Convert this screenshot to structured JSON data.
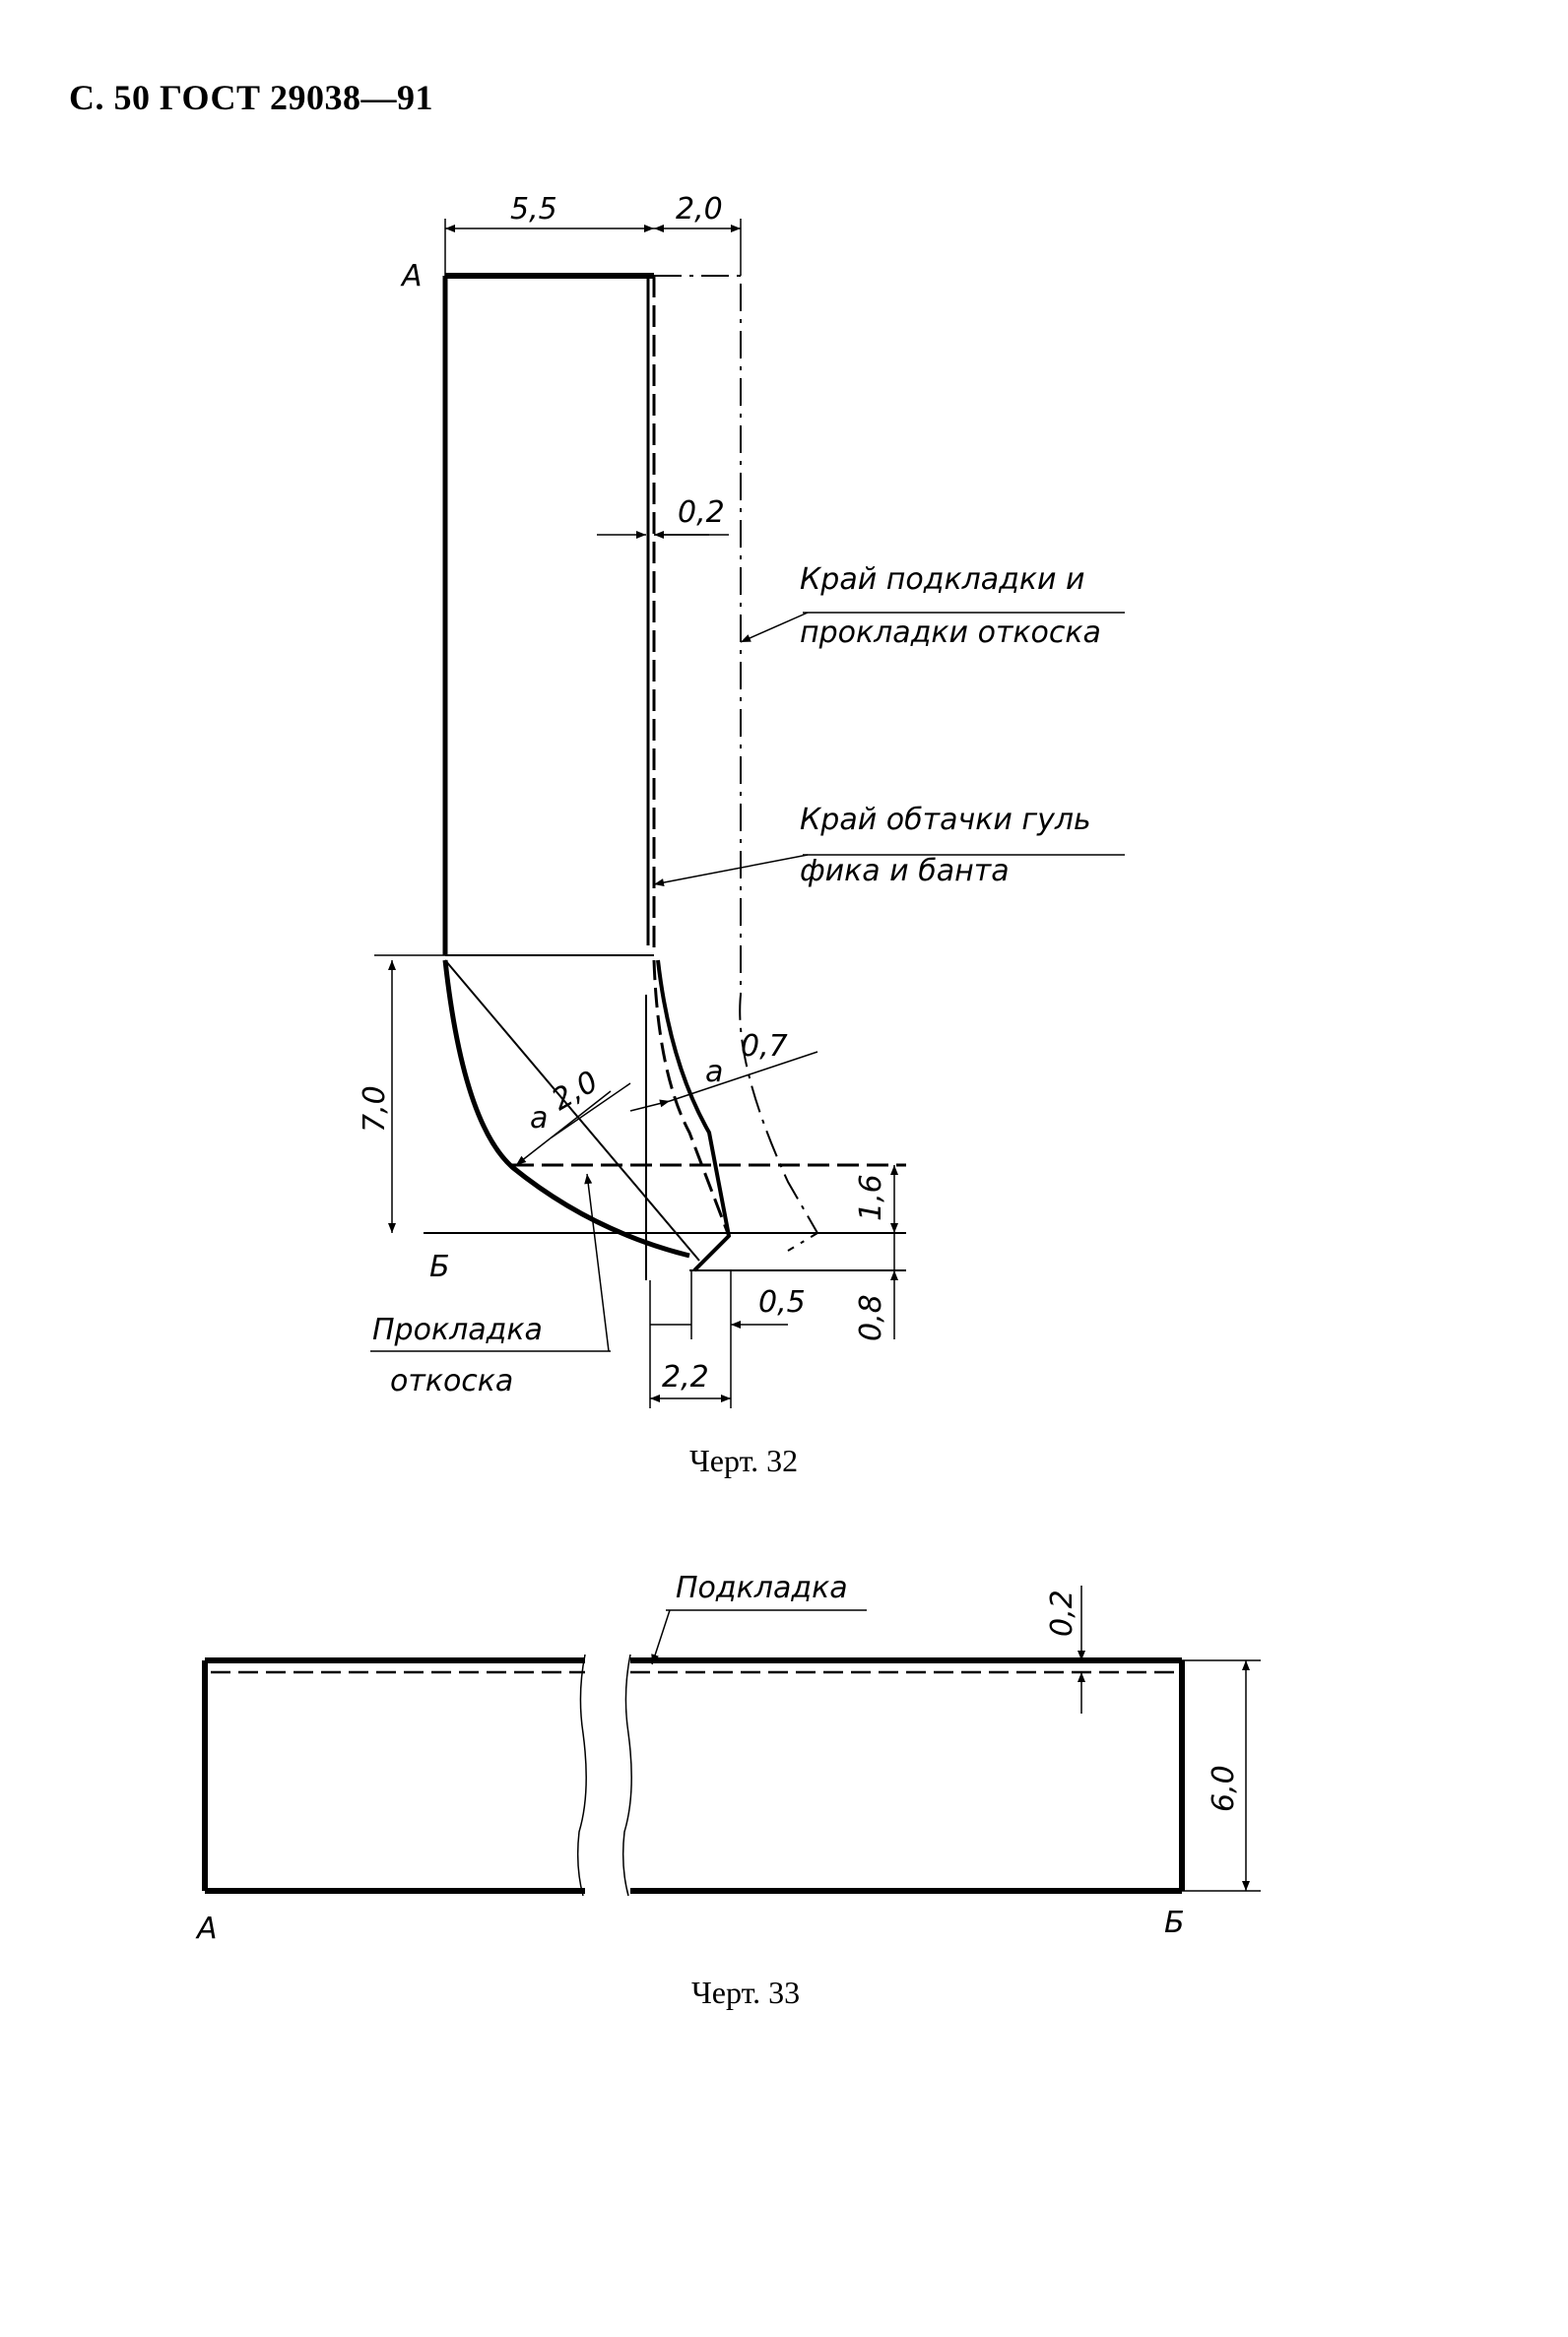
{
  "header": {
    "title": "С. 50 ГОСТ 29038—91"
  },
  "figure1": {
    "caption": "Черт. 32",
    "dims": {
      "top_left": "5,5",
      "top_right": "2,0",
      "gap": "0,2",
      "height": "7,0",
      "a1_label": "a",
      "a1_value": "2,0",
      "a2_label": "a",
      "a2_value": "0,7",
      "right_vert_upper": "1,6",
      "right_vert_lower": "0,8",
      "bottom_small": "0,5",
      "bottom_width": "2,2"
    },
    "letters": {
      "top": "А",
      "bottom": "Б"
    },
    "notes": {
      "lining_line1": "Край подкладки и",
      "lining_line2": "прокладки откоска",
      "facing_line1": "Край обтачки гуль",
      "facing_line2": "фика и банта",
      "interlining_line1": "Прокладка",
      "interlining_line2": "откоска"
    }
  },
  "figure2": {
    "caption": "Черт. 33",
    "lining_label": "Подкладка",
    "dim_top": "0,2",
    "dim_height": "6,0",
    "letters": {
      "left": "А",
      "right": "Б"
    }
  }
}
